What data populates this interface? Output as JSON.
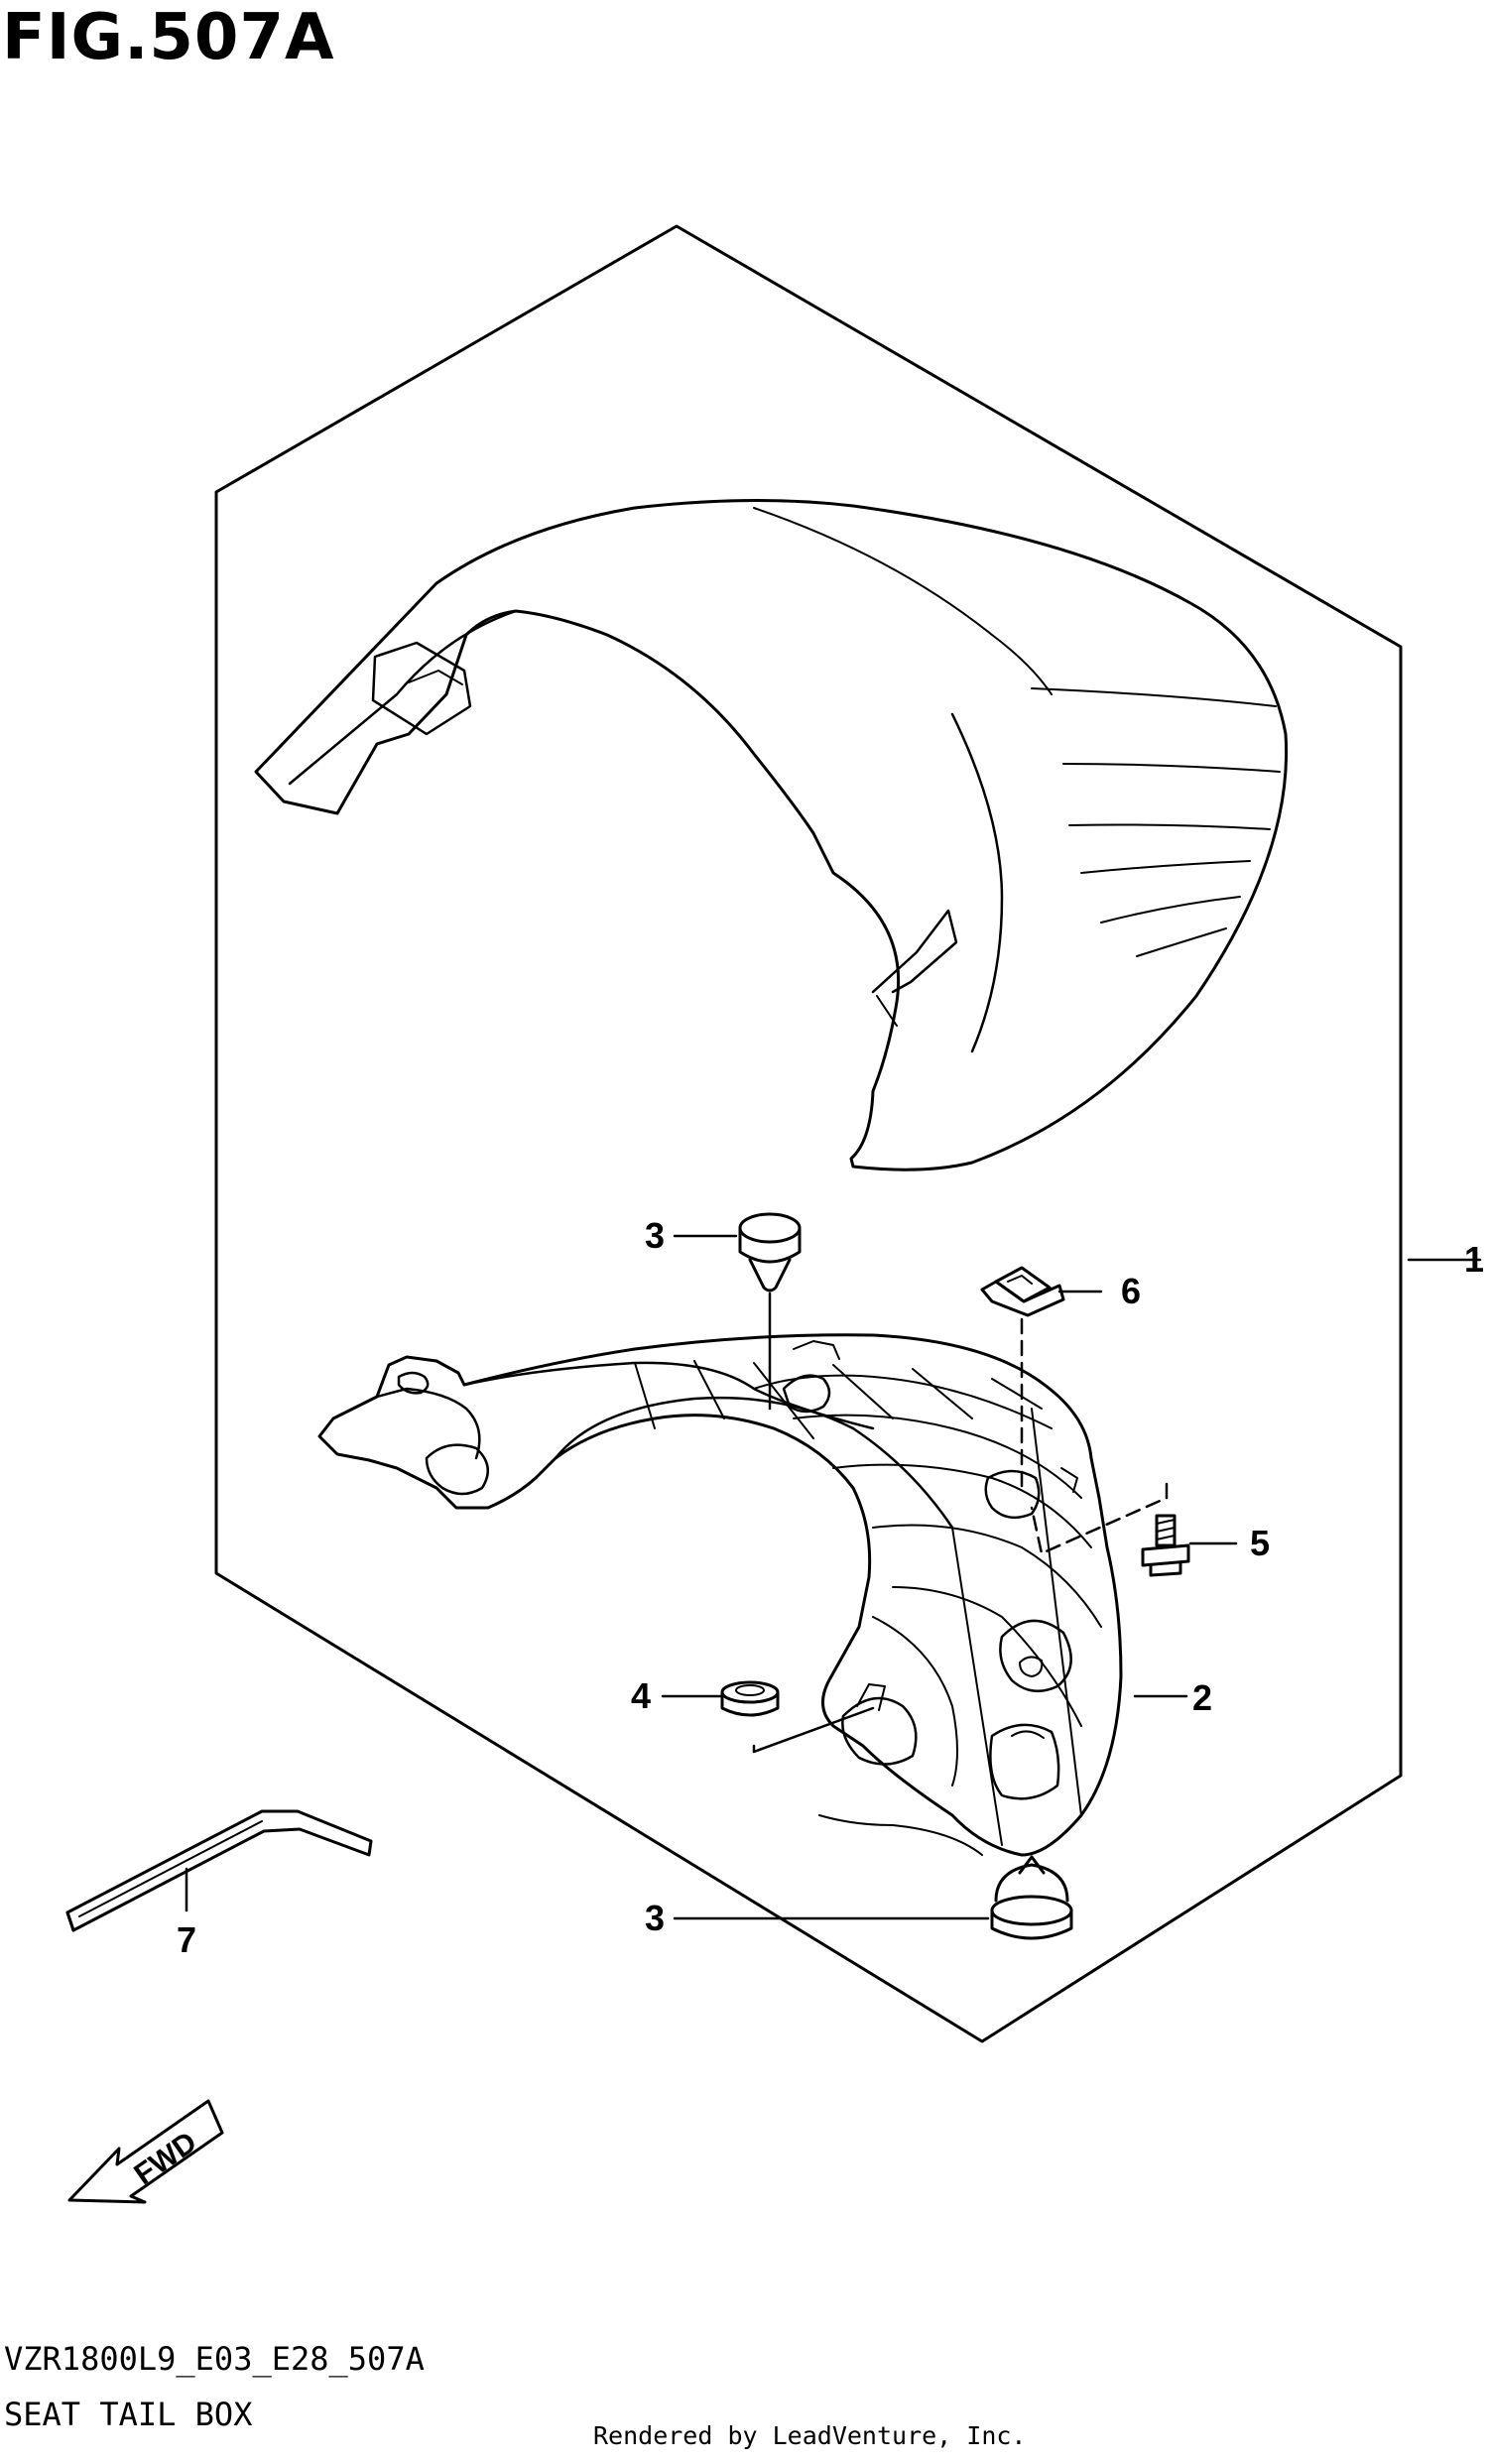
{
  "figure": {
    "title": "FIG.507A",
    "code": "VZR1800L9_E03_E28_507A",
    "name": "SEAT TAIL BOX",
    "credit": "Rendered by LeadVenture, Inc."
  },
  "callouts": [
    {
      "id": "callout-1",
      "number": "1"
    },
    {
      "id": "callout-2",
      "number": "2"
    },
    {
      "id": "callout-3-top",
      "number": "3"
    },
    {
      "id": "callout-3-bottom",
      "number": "3"
    },
    {
      "id": "callout-4",
      "number": "4"
    },
    {
      "id": "callout-5",
      "number": "5"
    },
    {
      "id": "callout-6",
      "number": "6"
    },
    {
      "id": "callout-7",
      "number": "7"
    }
  ],
  "direction_marker": {
    "label": "FWD",
    "icon": "forward-arrow-icon"
  },
  "colors": {
    "ink": "#000000",
    "paper": "#ffffff"
  }
}
